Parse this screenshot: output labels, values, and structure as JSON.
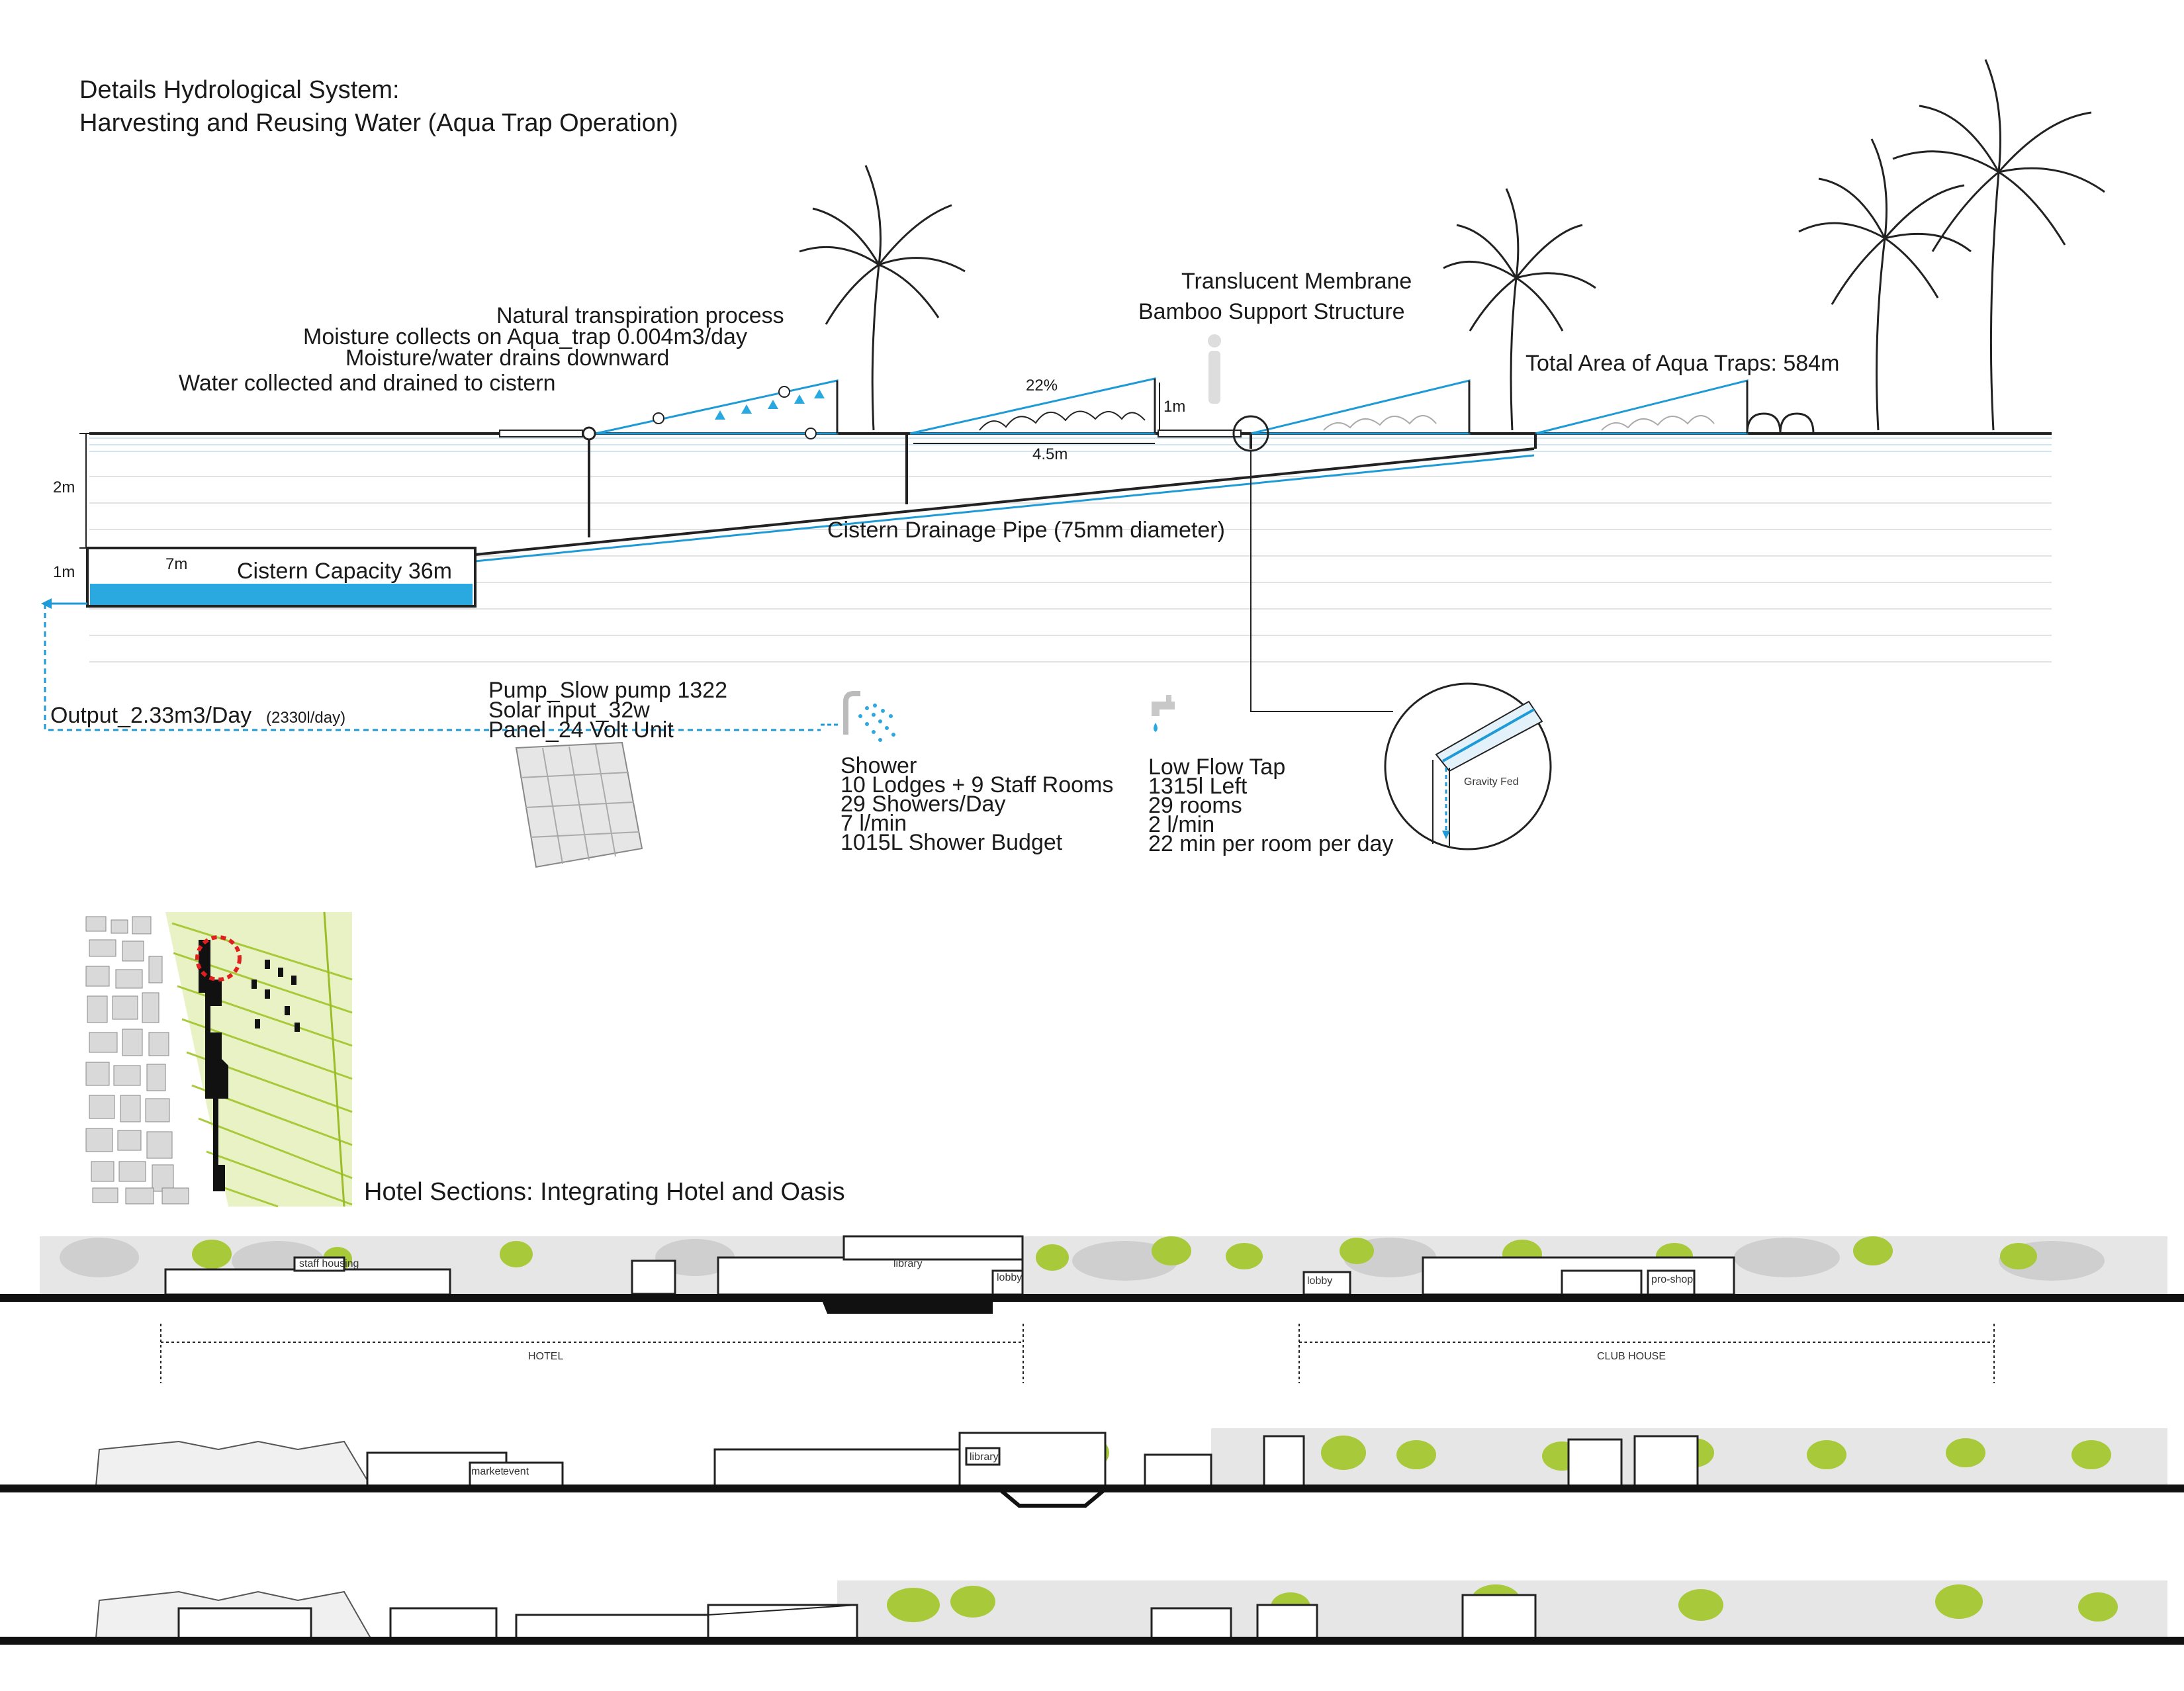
{
  "title": {
    "line1": "Details Hydrological System:",
    "line2": "Harvesting and Reusing Water (Aqua Trap Operation)"
  },
  "annotations": {
    "natural_transpiration": "Natural transpiration process",
    "moisture_collects": "Moisture collects on Aqua_trap 0.004m3/day",
    "moisture_drains": "Moisture/water drains downward",
    "water_collected": "Water collected and drained to cistern",
    "translucent_membrane": "Translucent Membrane",
    "bamboo_support": "Bamboo Support Structure",
    "total_area": "Total Area of Aqua Traps: 584m",
    "slope": "22%",
    "height_1m": "1m",
    "width_4_5m": "4.5m",
    "depth_2m": "2m",
    "depth_1m": "1m",
    "cistern_width": "7m",
    "cistern_capacity": "Cistern Capacity  36m",
    "drainage_pipe": "Cistern Drainage Pipe (75mm diameter)",
    "output_main": "Output_2.33m3/Day",
    "output_small": "(2330l/day)",
    "gravity_fed": "Gravity Fed"
  },
  "pump": {
    "line1": "Pump_Slow pump 1322",
    "line2": "Solar input_32w",
    "line3": "Panel_24 Volt Unit"
  },
  "shower": {
    "title": "Shower",
    "line1": "10 Lodges + 9 Staff Rooms",
    "line2": "29 Showers/Day",
    "line3": "7 l/min",
    "line4": "1015L Shower Budget"
  },
  "tap": {
    "title": "Low Flow Tap",
    "line1": "1315l Left",
    "line2": "29 rooms",
    "line3": "2 l/min",
    "line4": "22 min per room per day"
  },
  "sections": {
    "title": "Hotel Sections: Integrating Hotel and Oasis",
    "hotel_label": "HOTEL",
    "club_label": "CLUB HOUSE",
    "room_labels": {
      "staff_housing": "staff housing",
      "library": "library",
      "lobby": "lobby",
      "pro_shop": "pro-shop",
      "market": "market",
      "event": "event"
    }
  },
  "colors": {
    "water": "#29a9e0",
    "vegetation": "#a8c93a",
    "highlight_ring": "#e02020"
  }
}
